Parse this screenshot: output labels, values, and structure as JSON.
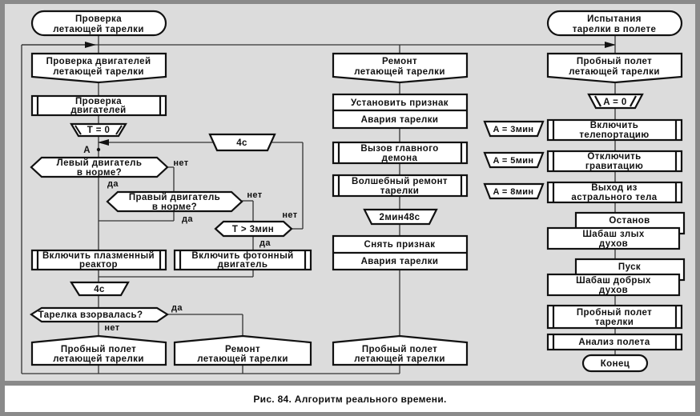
{
  "caption": "Рис. 84. Алгоритм реального  времени.",
  "left_column": {
    "start": [
      "Проверка",
      "летающей тарелки"
    ],
    "branch_header": [
      "Проверка двигателей",
      "летающей тарелки"
    ],
    "subroutine_check": [
      "Проверка",
      "двигателей"
    ],
    "init_t": "T = 0",
    "point_a": "A",
    "timer_4s_top": "4с",
    "left_engine_q": [
      "Левый двигатель",
      "в норме?"
    ],
    "right_engine_q": [
      "Правый двигатель",
      "в норме?"
    ],
    "t_gt_3min_q": "T > 3мин",
    "plasma_reactor": [
      "Включить плазменный",
      "реактор"
    ],
    "photon_engine": [
      "Включить фотонный",
      "двигатель"
    ],
    "timer_4s_bottom": "4с",
    "exploded_q": "Тарелка взорвалась?",
    "test_flight_addr": [
      "Пробный полет",
      "летающей тарелки"
    ],
    "repair_addr": [
      "Ремонт",
      "летающей тарелки"
    ],
    "yes": "да",
    "no": "нет"
  },
  "middle_column": {
    "branch_header": [
      "Ремонт",
      "летающей тарелки"
    ],
    "set_flag": "Установить признак",
    "set_flag_value": "Авария тарелки",
    "call_demon": [
      "Вызов главного",
      "демона"
    ],
    "magic_repair": [
      "Волшебный ремонт",
      "тарелки"
    ],
    "timer": "2мин48с",
    "clear_flag": "Снять признак",
    "clear_flag_value": "Авария тарелки",
    "test_flight_addr": [
      "Пробный полет",
      "летающей тарелки"
    ]
  },
  "right_column": {
    "start": [
      "Испытания",
      "тарелки в полете"
    ],
    "branch_header": [
      "Пробный полет",
      "летающей тарелки"
    ],
    "init_a": "A = 0",
    "timers": [
      "A = 3мин",
      "A = 5мин",
      "A = 8мин"
    ],
    "teleport": [
      "Включить",
      "телепортацию"
    ],
    "gravity": [
      "Отключить",
      "гравитацию"
    ],
    "astral": [
      "Выход из",
      "астрального тела"
    ],
    "stop": "Останов",
    "evil_spirits": [
      "Шабаш злых",
      "духов"
    ],
    "start_proc": "Пуск",
    "good_spirits": [
      "Шабаш добрых",
      "духов"
    ],
    "test_flight": [
      "Пробный полет",
      "тарелки"
    ],
    "analysis": "Анализ полета",
    "end": "Конец"
  }
}
